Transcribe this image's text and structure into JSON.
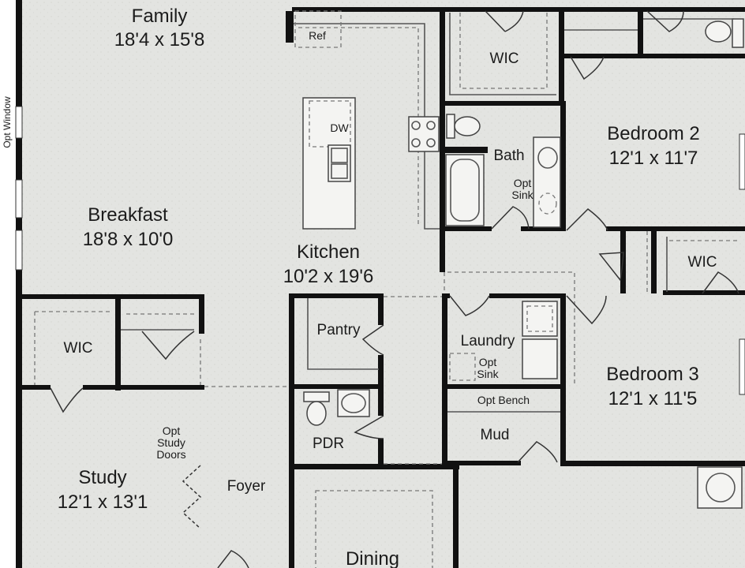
{
  "rooms": {
    "family": {
      "name": "Family",
      "dim": "18'4 x 15'8"
    },
    "breakfast": {
      "name": "Breakfast",
      "dim": "18'8 x 10'0"
    },
    "kitchen": {
      "name": "Kitchen",
      "dim": "10'2 x 19'6"
    },
    "bedroom2": {
      "name": "Bedroom 2",
      "dim": "12'1 x 11'7"
    },
    "bedroom3": {
      "name": "Bedroom 3",
      "dim": "12'1 x 11'5"
    },
    "study": {
      "name": "Study",
      "dim": "12'1 x 13'1"
    },
    "dining": {
      "name": "Dining"
    },
    "foyer": {
      "name": "Foyer"
    },
    "laundry": {
      "name": "Laundry"
    },
    "pantry": {
      "name": "Pantry"
    },
    "pdr": {
      "name": "PDR"
    },
    "mud": {
      "name": "Mud"
    },
    "bath": {
      "name": "Bath"
    },
    "wic_top": {
      "name": "WIC"
    },
    "wic_right": {
      "name": "WIC"
    },
    "wic_left": {
      "name": "WIC"
    }
  },
  "fixtures": {
    "ref": "Ref",
    "dw": "DW",
    "opt_sink_bath": [
      "Opt",
      "Sink"
    ],
    "opt_sink_laundry": [
      "Opt",
      "Sink"
    ],
    "opt_bench": "Opt Bench",
    "opt_study_doors": [
      "Opt",
      "Study",
      "Doors"
    ],
    "opt_window": "Opt Window"
  }
}
